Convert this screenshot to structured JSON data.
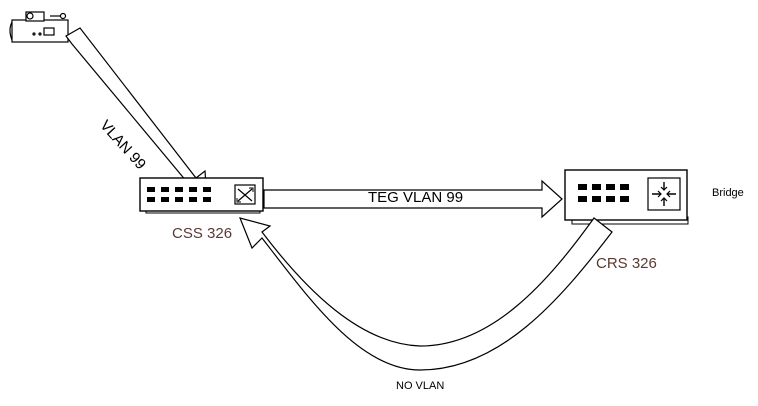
{
  "labels": {
    "vlan_top": "VLAN 99",
    "teg_link": "TEG VLAN 99",
    "css_device": "CSS 326",
    "crs_device": "CRS 326",
    "bridge": "Bridge",
    "no_vlan": "NO VLAN"
  },
  "colors": {
    "outline": "#000000",
    "device_label": "#5a3a33",
    "fill": "#ffffff"
  },
  "icons": {
    "source_device": "camera-device-icon",
    "css_switch": "switch-icon",
    "crs_router": "router-icon"
  }
}
